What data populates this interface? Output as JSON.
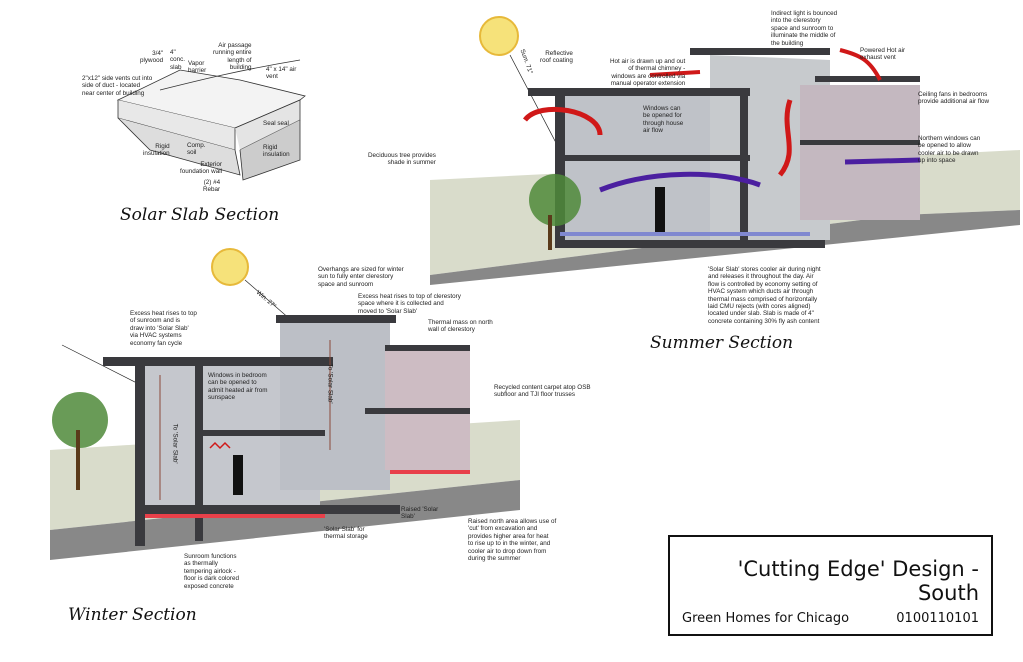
{
  "title_block": {
    "title": "'Cutting Edge' Design - South",
    "subtitle": "Green Homes for Chicago",
    "number": "0100110101"
  },
  "section_titles": {
    "solar_slab": "Solar Slab Section",
    "summer": "Summer Section",
    "winter": "Winter Section"
  },
  "solar_slab_notes": {
    "plywood": "3/4\"\nplywood",
    "conc_slab": "4\"\nconc.\nslab",
    "vapor": "Vapor\nbarrier",
    "air_passage": "Air passage\nrunning entire\nlength of\nbuilding",
    "side_vents": "2\"x12\" side vents cut into\nside of duct - located\nnear center of building",
    "air_vent": "4\" x 14\" air\nvent",
    "sill_seal": "Seal seal",
    "rigid_left": "Rigid\ninsulation",
    "comp_soil": "Comp.\nsoil",
    "rigid_right": "Rigid\ninsulation",
    "ext_wall": "Exterior\nfoundation wall",
    "rebar": "(2) #4\nRebar"
  },
  "summer_notes": {
    "angle": "Sum. 71°",
    "reflective_roof": "Reflective\nroof coating",
    "hot_air": "Hot air is drawn up and out\nof thermal chimney -\nwindows are controlled via\nmanual operator extension",
    "indirect_light": "Indirect light is bounced\ninto the clerestory\nspace and sunroom to\nilluminate the middle of\nthe building",
    "exhaust_vent": "Powered Hot air\nexhaust vent",
    "ceiling_fans": "Ceiling fans in bedrooms\nprovide additional air flow",
    "windows_open": "Windows can\nbe opened for\nthrough house\nair flow",
    "northern_windows": "Northern windows can\nbe opened to allow\ncooler air to be drawn\nup into space",
    "deciduous_tree": "Deciduous tree provides\nshade in summer",
    "solar_slab_cool": "'Solar Slab' stores cooler air during night\nand releases it throughout the day.  Air\nflow is controlled by economy setting of\nHVAC system which ducts air through\nthermal mass comprised of horizontally\nlaid CMU rejects (with cores aligned)\nlocated under slab.  Slab is made of 4\"\nconcrete containing 30% fly ash content"
  },
  "winter_notes": {
    "angle": "Win. 27°",
    "overhangs": "Overhangs are sized for winter\nsun to fully enter clerestory\nspace and sunroom",
    "excess_heat_clerestory": "Excess heat rises to top of clerestory\nspace where it is collected and\nmoved to 'Solar Slab'",
    "thermal_mass": "Thermal mass on north\nwall of clerestory",
    "excess_heat_sunroom": "Excess heat rises to top\nof sunroom and is\ndraw into 'Solar Slab'\nvia HVAC systems\neconomy fan cycle",
    "windows_bedroom": "Windows in bedroom\ncan be opened to\nadmit heated air from\nsunspace",
    "recycled_carpet": "Recycled content carpet atop OSB\nsubfloor and TJI floor trusses",
    "to_slab_1": "To 'Solar Slab'",
    "to_slab_2": "To 'Solar Slab'",
    "raised_slab": "Raised 'Solar\nSlab'",
    "solar_slab_storage": "'Solar Slab' for\nthermal storage",
    "raised_north": "Raised north area allows use of\n'cut' from excavation and\nprovides higher area for heat\nto rise up to in the winter, and\ncooler air to drop down from\nduring the summer",
    "sunroom": "Sunroom functions\nas thermally\ntempering airlock -\nfloor is dark colored\nexposed concrete"
  },
  "colors": {
    "sun": "#f6e27a",
    "wall": "#3a3a3e",
    "interior": "#b9bcc4",
    "ground": "#d9dccb",
    "hot": "#d01818",
    "cool": "#4b1fa0",
    "slab": "#e8404a"
  }
}
